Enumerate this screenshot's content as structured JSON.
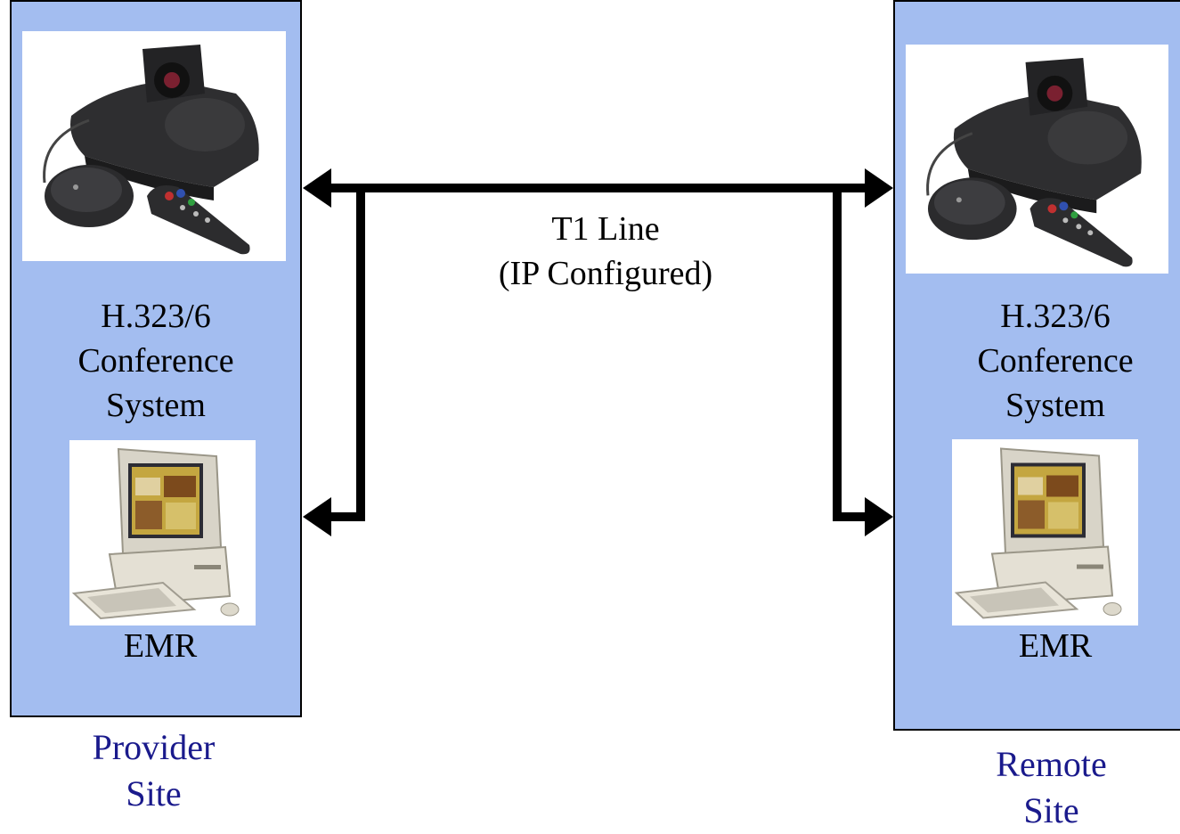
{
  "link": {
    "line1": "T1 Line",
    "line2": "(IP Configured)",
    "color": "#000000"
  },
  "provider": {
    "system": [
      "H.323/6",
      "Conference",
      "System"
    ],
    "emr": "EMR",
    "site": [
      "Provider",
      "Site"
    ],
    "box_color": "#a3bdf0"
  },
  "remote": {
    "system": [
      "H.323/6",
      "Conference",
      "System"
    ],
    "emr": "EMR",
    "site": [
      "Remote",
      "Site"
    ],
    "box_color": "#a3bdf0"
  },
  "icons": {
    "conference_device": "video-conference-unit-icon",
    "computer": "desktop-computer-icon"
  },
  "label_color": "#1a1a8c"
}
